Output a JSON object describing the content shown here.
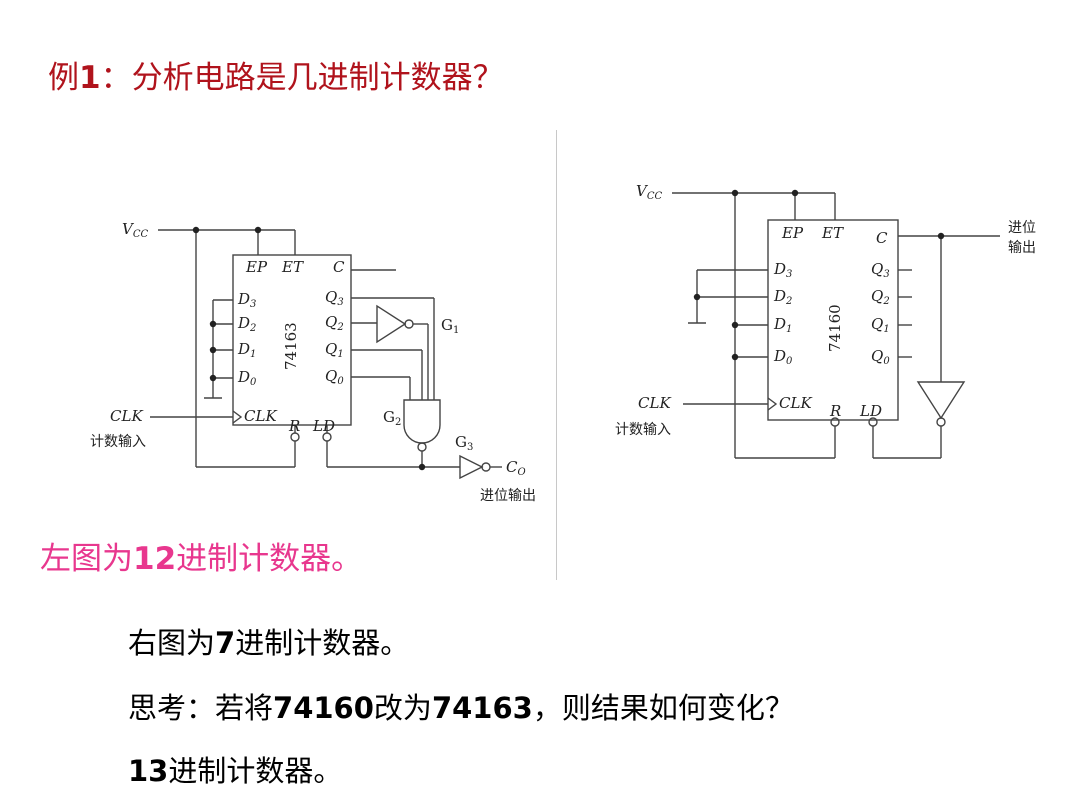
{
  "slide": {
    "title_prefix": "例",
    "title_num": "1",
    "title_rest": "：分析电路是几进制计数器？",
    "left_result_num": "12",
    "left_result_prefix": "左图为",
    "left_result_suffix": "进制计数器。",
    "right_result_prefix": "右图为",
    "right_result_num": "7",
    "right_result_suffix": "进制计数器。",
    "question_prefix": "思考：若将",
    "question_chip1": "74160",
    "question_mid": "改为",
    "question_chip2": "74163",
    "question_suffix": "，则结果如何变化？",
    "answer_num": "13",
    "answer_suffix": "进制计数器。"
  },
  "left_circuit": {
    "vcc": "V",
    "vcc_sub": "CC",
    "chip": "74163",
    "ep": "EP",
    "et": "ET",
    "c": "C",
    "d3": "D",
    "d3_sub": "3",
    "d2": "D",
    "d2_sub": "2",
    "d1": "D",
    "d1_sub": "1",
    "d0": "D",
    "d0_sub": "0",
    "q3": "Q",
    "q3_sub": "3",
    "q2": "Q",
    "q2_sub": "2",
    "q1": "Q",
    "q1_sub": "1",
    "q0": "Q",
    "q0_sub": "0",
    "clk_in": "CLK",
    "clk_pin": "CLK",
    "r": "R",
    "ld": "LD",
    "clk_caption": "计数输入",
    "g1": "G",
    "g1_sub": "1",
    "g2": "G",
    "g2_sub": "2",
    "g3": "G",
    "g3_sub": "3",
    "co": "C",
    "co_sub": "O",
    "co_caption": "进位输出"
  },
  "right_circuit": {
    "vcc": "V",
    "vcc_sub": "CC",
    "chip": "74160",
    "ep": "EP",
    "et": "ET",
    "c": "C",
    "d3": "D",
    "d3_sub": "3",
    "d2": "D",
    "d2_sub": "2",
    "d1": "D",
    "d1_sub": "1",
    "d0": "D",
    "d0_sub": "0",
    "q3": "Q",
    "q3_sub": "3",
    "q2": "Q",
    "q2_sub": "2",
    "q1": "Q",
    "q1_sub": "1",
    "q0": "Q",
    "q0_sub": "0",
    "clk_in": "CLK",
    "clk_pin": "CLK",
    "r": "R",
    "ld": "LD",
    "clk_caption": "计数输入",
    "carry_caption_1": "进位",
    "carry_caption_2": "输出"
  }
}
